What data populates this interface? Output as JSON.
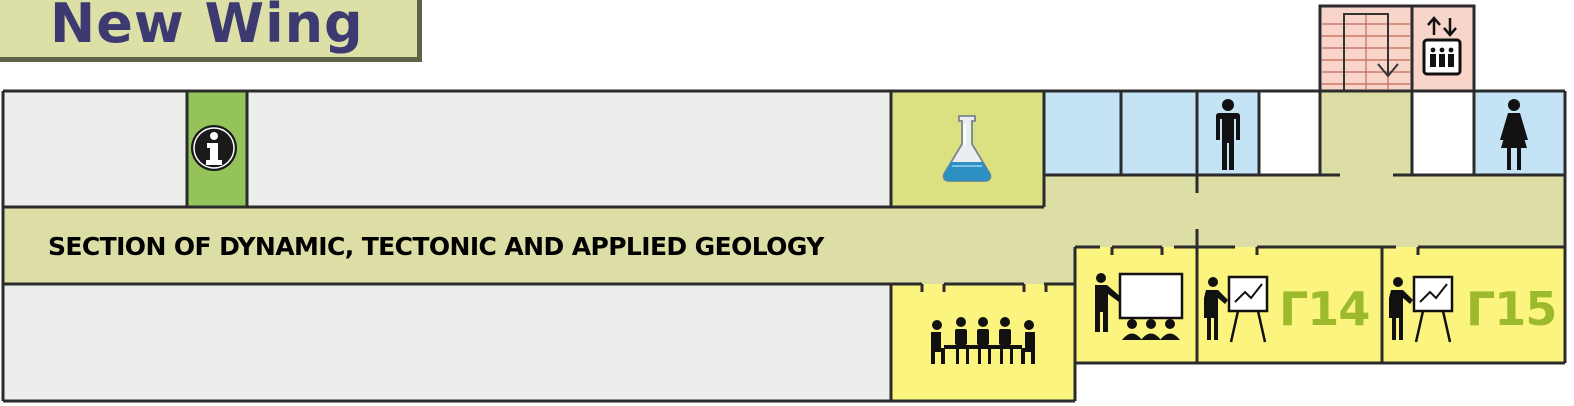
{
  "wing": {
    "title": "New Wing"
  },
  "section": {
    "name": "SECTION OF DYNAMIC, TECTONIC AND APPLIED GEOLOGY"
  },
  "rooms": {
    "classroom_1": {
      "code": "Γ14"
    },
    "classroom_2": {
      "code": "Γ15"
    }
  },
  "colors": {
    "title_band": "#dde0a6",
    "title_text": "#3c3a70",
    "corridor": "#dcdea5",
    "office": "#eceeec",
    "info": "#93c35a",
    "laboratory": "#dbe181",
    "teaching": "#fbf47f",
    "wc": "#c4e4f5",
    "stairs_elevator": "#f9d5c9",
    "wall": "#2b2b2b",
    "room_code": "#9cba2c"
  },
  "icons": {
    "info": "info-icon",
    "lab": "flask-icon",
    "meeting": "meeting-room-icon",
    "lecture": "lecture-hall-icon",
    "presenter": "presenter-icon",
    "men_wc": "man-icon",
    "women_wc": "woman-icon",
    "stairs": "stairs-icon",
    "elevator": "elevator-icon"
  }
}
